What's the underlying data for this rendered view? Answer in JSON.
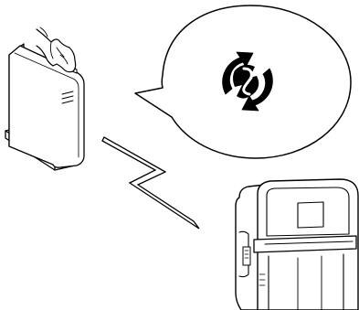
{
  "illustration": {
    "router": {
      "icon": "wireless-router",
      "button": "wps-push-button"
    },
    "hand": {
      "icon": "pointing-hand"
    },
    "speech_bubble": {
      "icon": "wps-symbol"
    },
    "signal": {
      "icon": "wireless-lightning-bolt"
    },
    "printer": {
      "icon": "mobile-printer"
    }
  },
  "colors": {
    "stroke": "#000000",
    "fill": "#ffffff",
    "wps_symbol": "#000000"
  }
}
